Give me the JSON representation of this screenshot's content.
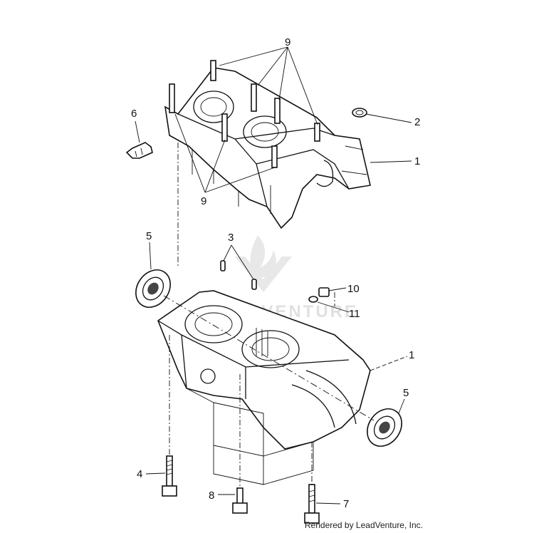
{
  "callouts": {
    "c1_upper": "1",
    "c1_lower": "1",
    "c2": "2",
    "c3": "3",
    "c4": "4",
    "c5_left": "5",
    "c5_right": "5",
    "c6": "6",
    "c7": "7",
    "c8": "8",
    "c9_top": "9",
    "c9_bottom": "9",
    "c10": "10",
    "c11": "11"
  },
  "watermark": "LEADVENTURE",
  "credit": "Rendered by LeadVenture, Inc."
}
